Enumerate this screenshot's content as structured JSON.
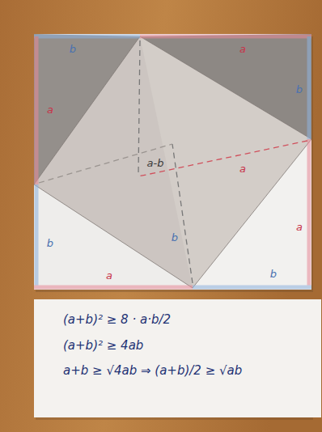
{
  "diagram": {
    "nodes": [
      {
        "text": [
          "(a+b)² ≥ 8 · a·b/2",
          "(a+b)² ≥ 4ab",
          "a+b ≥ √4ab ⇒ (a+b)/2 ≥ √ab"
        ]
      }
    ],
    "labels": [
      "b",
      "a",
      "a",
      "b",
      "a-b",
      "a",
      "a",
      "b",
      "b",
      "b",
      "a"
    ]
  }
}
